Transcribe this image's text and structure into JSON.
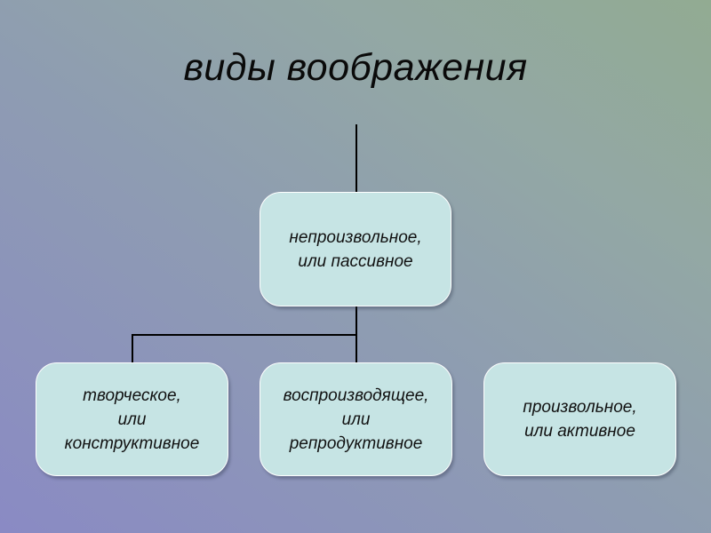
{
  "title": "виды воображения",
  "nodes": {
    "main": {
      "line1": "непроизвольное,",
      "line2": "или пассивное"
    },
    "creative": {
      "line1": "творческое,",
      "line2": "или",
      "line3": "конструктивное"
    },
    "reproductive": {
      "line1": "воспроизводящее,",
      "line2": "или",
      "line3": "репродуктивное"
    },
    "voluntary": {
      "line1": "произвольное,",
      "line2": "или активное"
    }
  },
  "colors": {
    "box_fill": "#c6e4e4",
    "connector": "#000000"
  }
}
